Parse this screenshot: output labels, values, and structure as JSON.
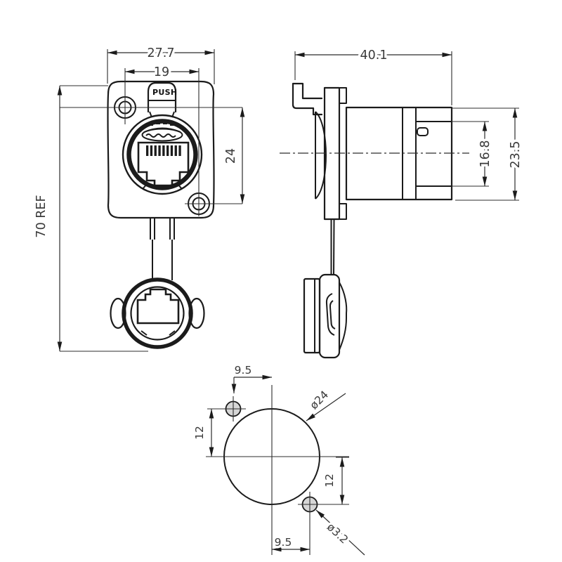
{
  "drawing": {
    "kind": "technical-dimension-drawing",
    "product": "panel-mount RJ45 waterproof connector",
    "front_view": {
      "dims": {
        "flange_width": "27.7",
        "screw_hole_spacing": "19",
        "overall_height_ref": "70 REF",
        "screw_hole_vertical": "24"
      },
      "labels": {
        "latch": "PUSH"
      }
    },
    "side_view": {
      "dims": {
        "overall_length": "40.1",
        "rear_section_height": "16.8",
        "body_height": "23.5"
      }
    },
    "panel_cutout_view": {
      "dims": {
        "top_hole_offset_x": "9.5",
        "top_hole_offset_y": "12",
        "main_hole_diameter": "ø24",
        "bottom_hole_offset_y": "12",
        "bottom_hole_offset_x": "9.5",
        "screw_hole_diameter": "ø3.2"
      }
    }
  }
}
